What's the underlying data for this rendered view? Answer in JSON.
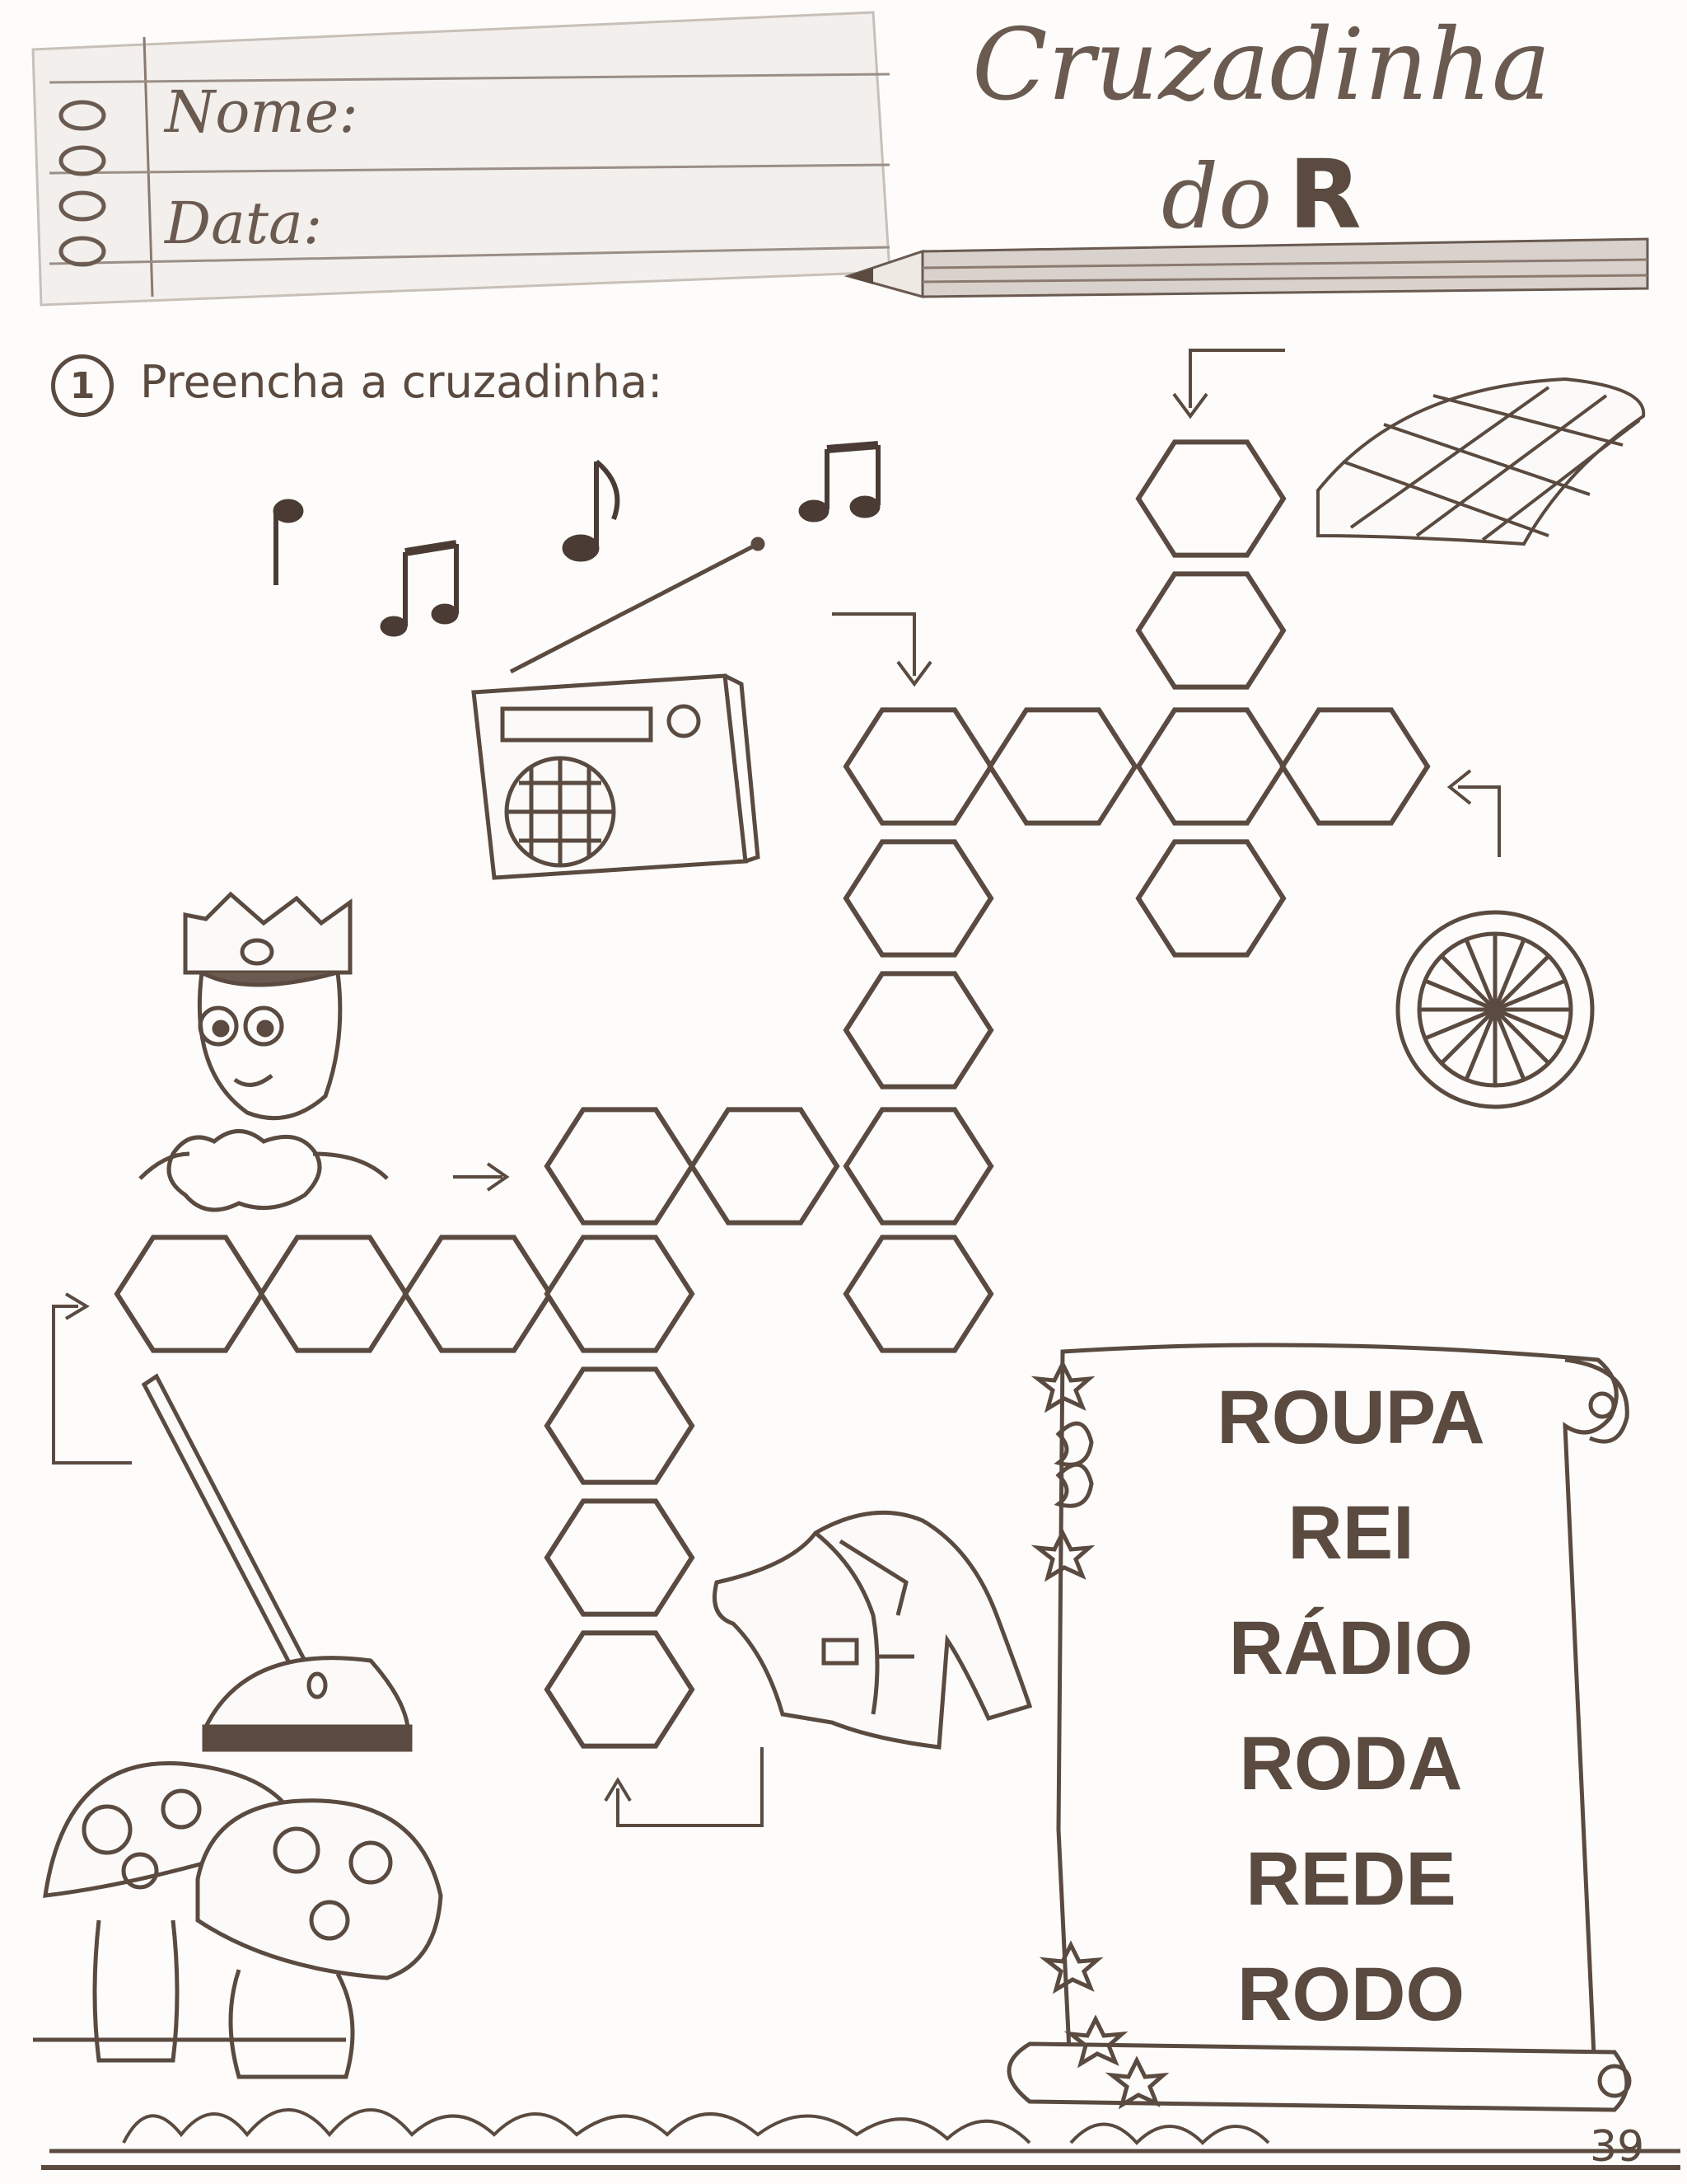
{
  "header": {
    "name_label": "Nome:",
    "date_label": "Data:",
    "title_line1": "Cruzadinha",
    "title_line2": "do",
    "title_letter": "R"
  },
  "exercise": {
    "number": "1",
    "instruction": "Preencha a cruzadinha:"
  },
  "word_bank": [
    "ROUPA",
    "REI",
    "RÁDIO",
    "RODA",
    "REDE",
    "RODO"
  ],
  "illustrations": [
    "music-notes",
    "radio",
    "hammock-net",
    "wheel",
    "king",
    "squeegee-mop",
    "jacket",
    "mushrooms",
    "bushes"
  ],
  "page_number": "39"
}
